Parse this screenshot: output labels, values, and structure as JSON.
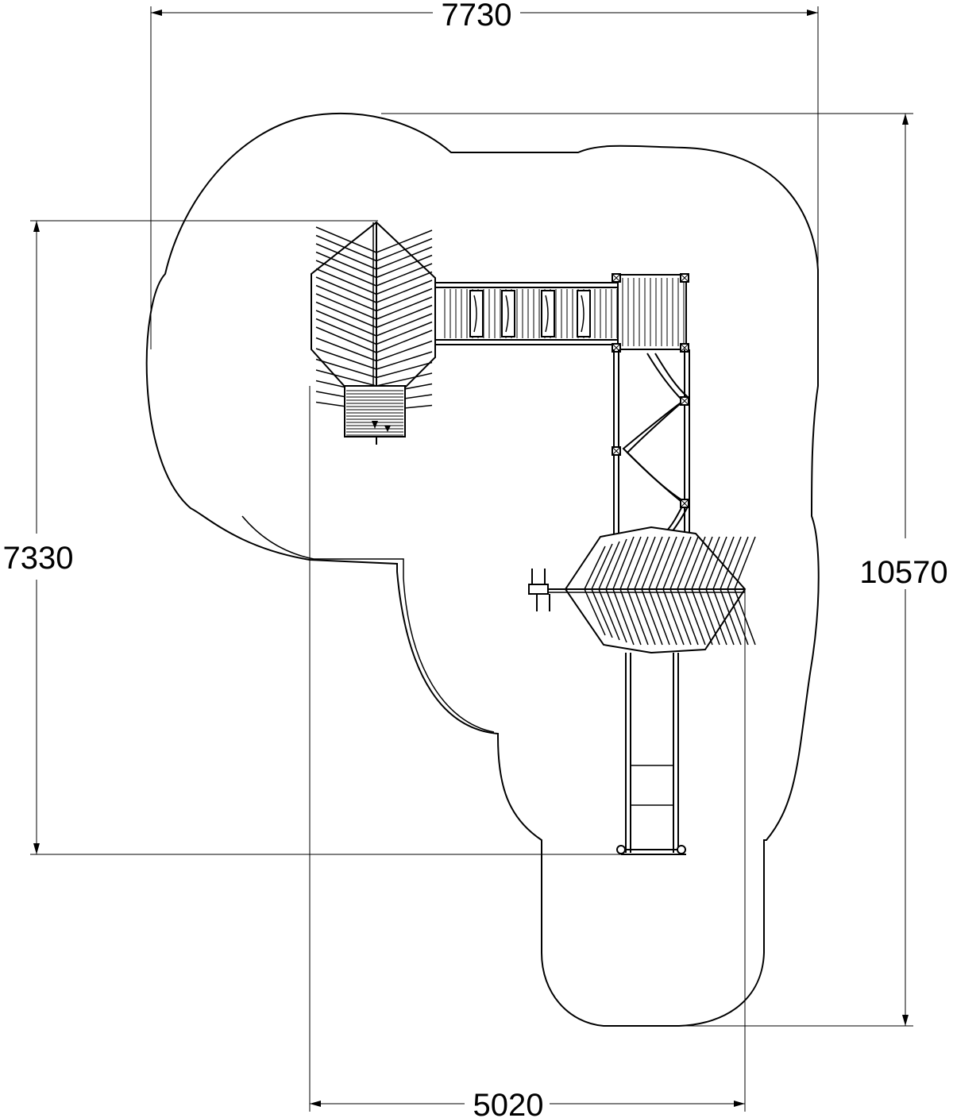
{
  "drawing": {
    "type": "playground-plan-view",
    "dimensions": {
      "overall_width": "7730",
      "overall_length": "10570",
      "equipment_length": "7330",
      "equipment_width": "5020"
    },
    "colors": {
      "line": "#000000",
      "background": "#ffffff"
    }
  }
}
